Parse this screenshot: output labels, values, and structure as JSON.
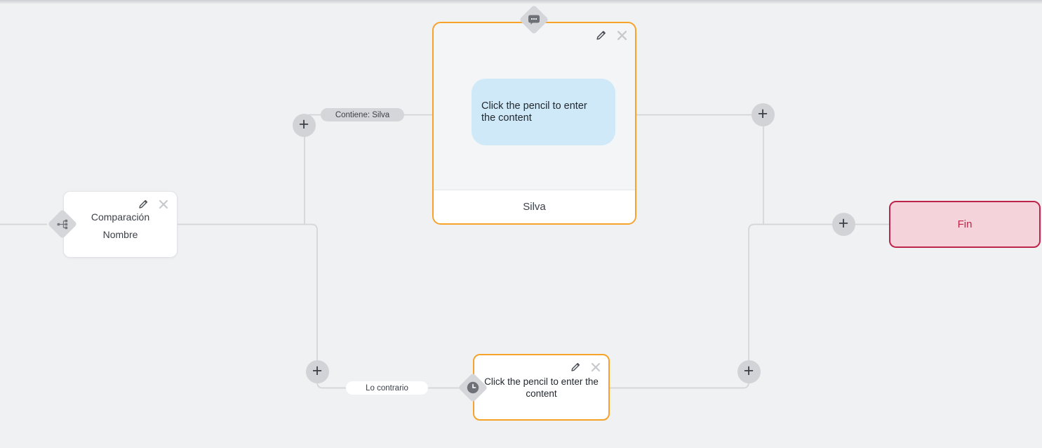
{
  "canvas": {
    "background": "#f0f1f3",
    "connector_color": "#d4d5d9"
  },
  "nodes": {
    "condition": {
      "line1": "Comparación",
      "line2": "Nombre",
      "badge_icon": "sitemap-icon"
    },
    "message": {
      "body_text": "Click the pencil to enter the content",
      "footer_text": "Silva",
      "badge_icon": "chat-dots-icon",
      "accent_color": "#f7a32a",
      "bubble_color": "#cfe9f8"
    },
    "wait": {
      "body_text": "Click the pencil to enter the content",
      "badge_icon": "clock-icon",
      "accent_color": "#f7a32a"
    },
    "end": {
      "label": "Fin",
      "background_color": "#f5d3da",
      "accent_color": "#bc2449"
    }
  },
  "edge_labels": {
    "contains": "Contiene: Silva",
    "otherwise": "Lo contrario"
  },
  "controls": {
    "add_label": "+",
    "edit_icon": "pencil-icon",
    "delete_icon": "close-icon"
  }
}
